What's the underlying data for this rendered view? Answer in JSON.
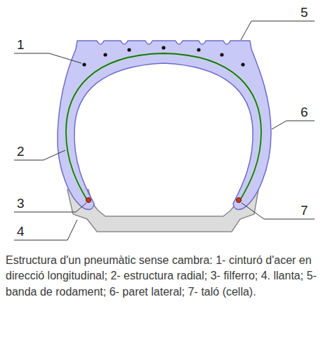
{
  "diagram": {
    "caption": "Estructura d'un pneumàtic sense cambra: 1- cinturó d'acer en direcció longitudinal; 2- estructura radial; 3- filferro; 4. llanta; 5- banda de rodament; 6- paret lateral; 7- taló (cella).",
    "labels": [
      "5",
      "1",
      "6",
      "2",
      "3",
      "7",
      "4"
    ]
  }
}
